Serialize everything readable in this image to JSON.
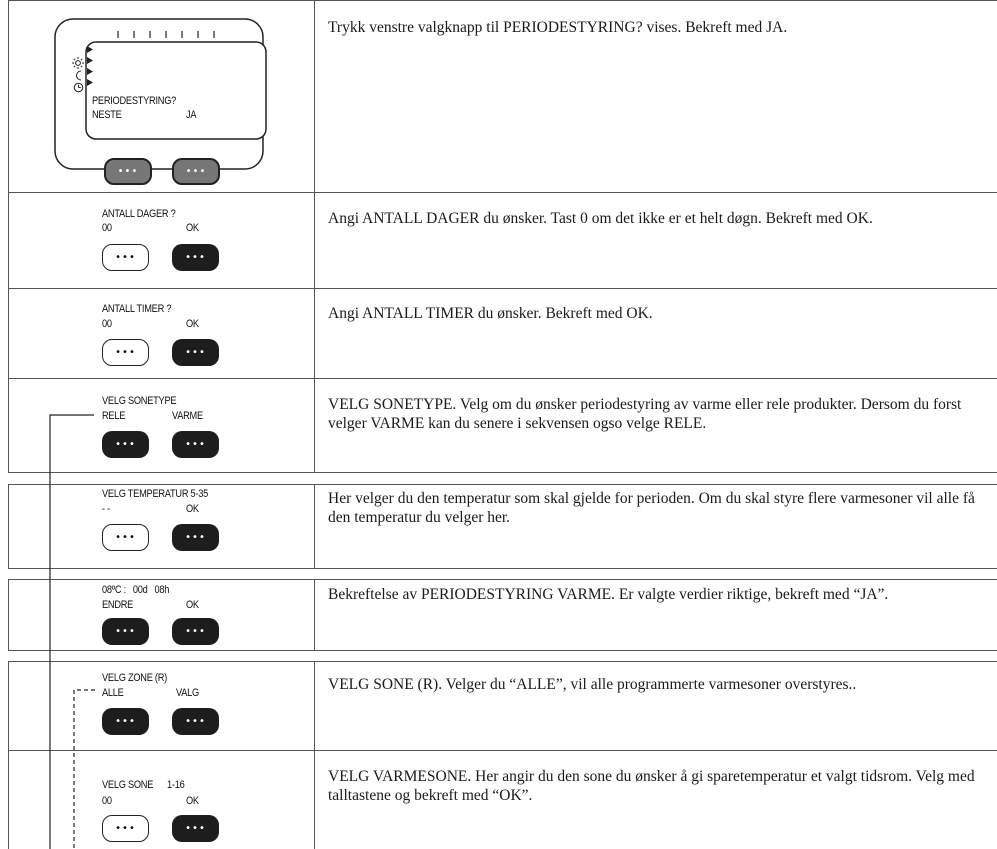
{
  "steps": [
    {
      "instruction": "Trykk venstre valgknapp til PERIODESTYRING? vises. Bekreft med JA.",
      "screen_line1": "PERIODESTYRING?",
      "left_label": "NESTE",
      "right_label": "JA",
      "left_button": "•••",
      "right_button": "•••"
    },
    {
      "instruction": "Angi ANTALL DAGER du ønsker. Tast 0 om det ikke er et helt døgn. Bekreft med OK.",
      "title": "ANTALL DAGER ?",
      "left_label": "00",
      "right_label": "OK",
      "left_button": "•••",
      "right_button": "•••"
    },
    {
      "instruction": "Angi  ANTALL TIMER du ønsker. Bekreft med OK.",
      "title": "ANTALL TIMER ?",
      "left_label": "00",
      "right_label": "OK",
      "left_button": "•••",
      "right_button": "•••"
    },
    {
      "instruction": "VELG SONETYPE. Velg om du ønsker periodestyring av varme eller rele produkter. Dersom du forst velger VARME kan du senere i sekvensen ogso velge RELE.",
      "title": "VELG SONETYPE",
      "left_label": "RELE",
      "right_label": "VARME",
      "left_button": "•••",
      "right_button": "•••"
    },
    {
      "instruction": "Her velger du den temperatur som skal gjelde for perioden. Om du skal styre flere varmesoner vil alle få den temperatur du velger her.",
      "title": "VELG TEMPERATUR 5-35",
      "left_label": "- -",
      "right_label": "OK",
      "left_button": "•••",
      "right_button": "•••"
    },
    {
      "instruction": "Bekreftelse av PERIODESTYRING VARME. Er valgte verdier riktige, bekreft med “JA”.",
      "title": "08ºC :   00d   08h",
      "left_label": "ENDRE",
      "right_label": "OK",
      "left_button": "•••",
      "right_button": "•••"
    },
    {
      "instruction": "VELG SONE (R). Velger du “ALLE”, vil alle programmerte varmesoner overstyres..",
      "title": "VELG ZONE (R)",
      "left_label": "ALLE",
      "right_label": "VALG",
      "left_button": "•••",
      "right_button": "•••"
    },
    {
      "instruction": "VELG VARMESONE.  Her angir du den sone du ønsker å gi sparetemperatur et valgt tidsrom. Velg med talltastene og bekreft med “OK”.",
      "title": "VELG SONE      1-16",
      "left_label": "00",
      "right_label": "OK",
      "left_button": "•••",
      "right_button": "•••"
    }
  ],
  "icons": [
    "sun-icon",
    "moon-icon",
    "clock-icon",
    "arrow-marker-icon"
  ],
  "colors": {
    "dark_button": "#1d1d1d",
    "grey_button": "#777777",
    "line": "#555555",
    "text": "#1a1a1a"
  }
}
